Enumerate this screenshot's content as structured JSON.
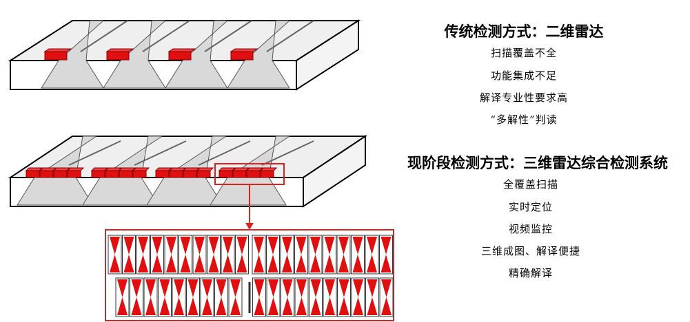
{
  "traditional": {
    "title": "传统检测方式：二维雷达",
    "items": [
      "扫描覆盖不全",
      "功能集成不足",
      "解译专业性要求高",
      "“多解性”判读"
    ]
  },
  "current": {
    "title": "现阶段检测方式：三维雷达综合检测系统",
    "items": [
      "全覆盖扫描",
      "实时定位",
      "视频监控",
      "三维成图、解译便捷",
      "精确解译"
    ]
  },
  "colors": {
    "antenna_red": "#e01010",
    "outline_red": "#e02020",
    "slab_gray": "#d9d9d9",
    "groove_gray": "#bfbfbf"
  }
}
